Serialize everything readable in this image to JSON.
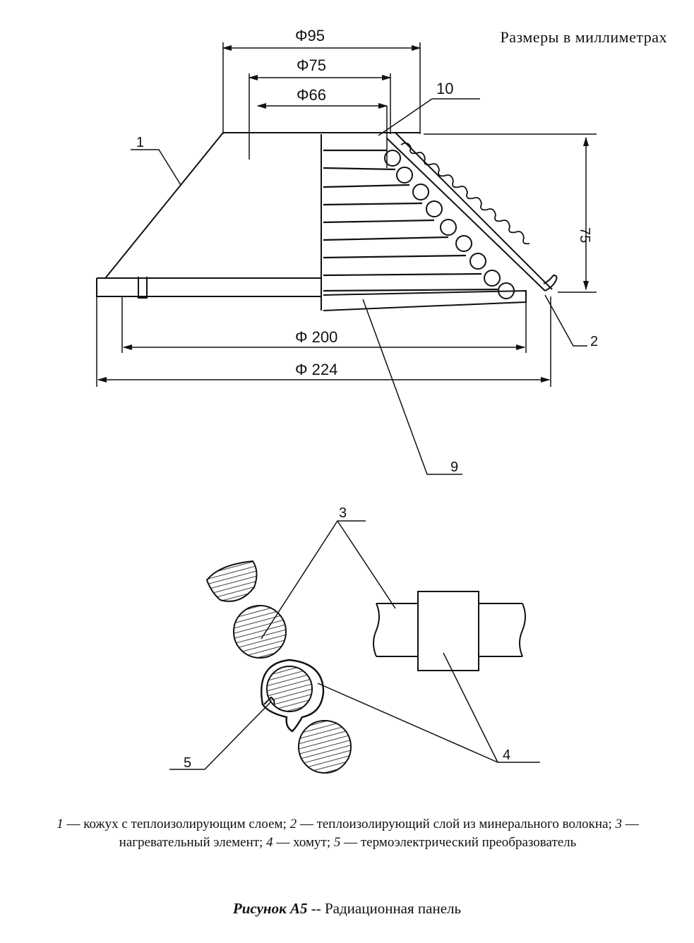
{
  "header": {
    "units": "Размеры в миллиметрах"
  },
  "dimensions": {
    "d95": "Φ95",
    "d75": "Φ75",
    "d66": "Φ66",
    "d200": "Φ 200",
    "d224": "Φ 224",
    "h75": "75",
    "t10": "10"
  },
  "callouts": {
    "c1": "1",
    "c2": "2",
    "c9": "9",
    "c3": "3",
    "c4": "4",
    "c5": "5"
  },
  "legend": [
    {
      "num": "1",
      "text": "кожух с теплоизолирующим слоем;"
    },
    {
      "num": "2",
      "text": "теплоизолирующий слой из минераль­ного волокна;"
    },
    {
      "num": "3",
      "text": "нагревательный элемент;"
    },
    {
      "num": "4",
      "text": "хомут;"
    },
    {
      "num": "5",
      "text": "термоэлектрический преобразователь"
    }
  ],
  "legend_sep": "—",
  "caption": {
    "label": "Рисунок А5",
    "sep": "--",
    "title": "Радиационная панель"
  }
}
